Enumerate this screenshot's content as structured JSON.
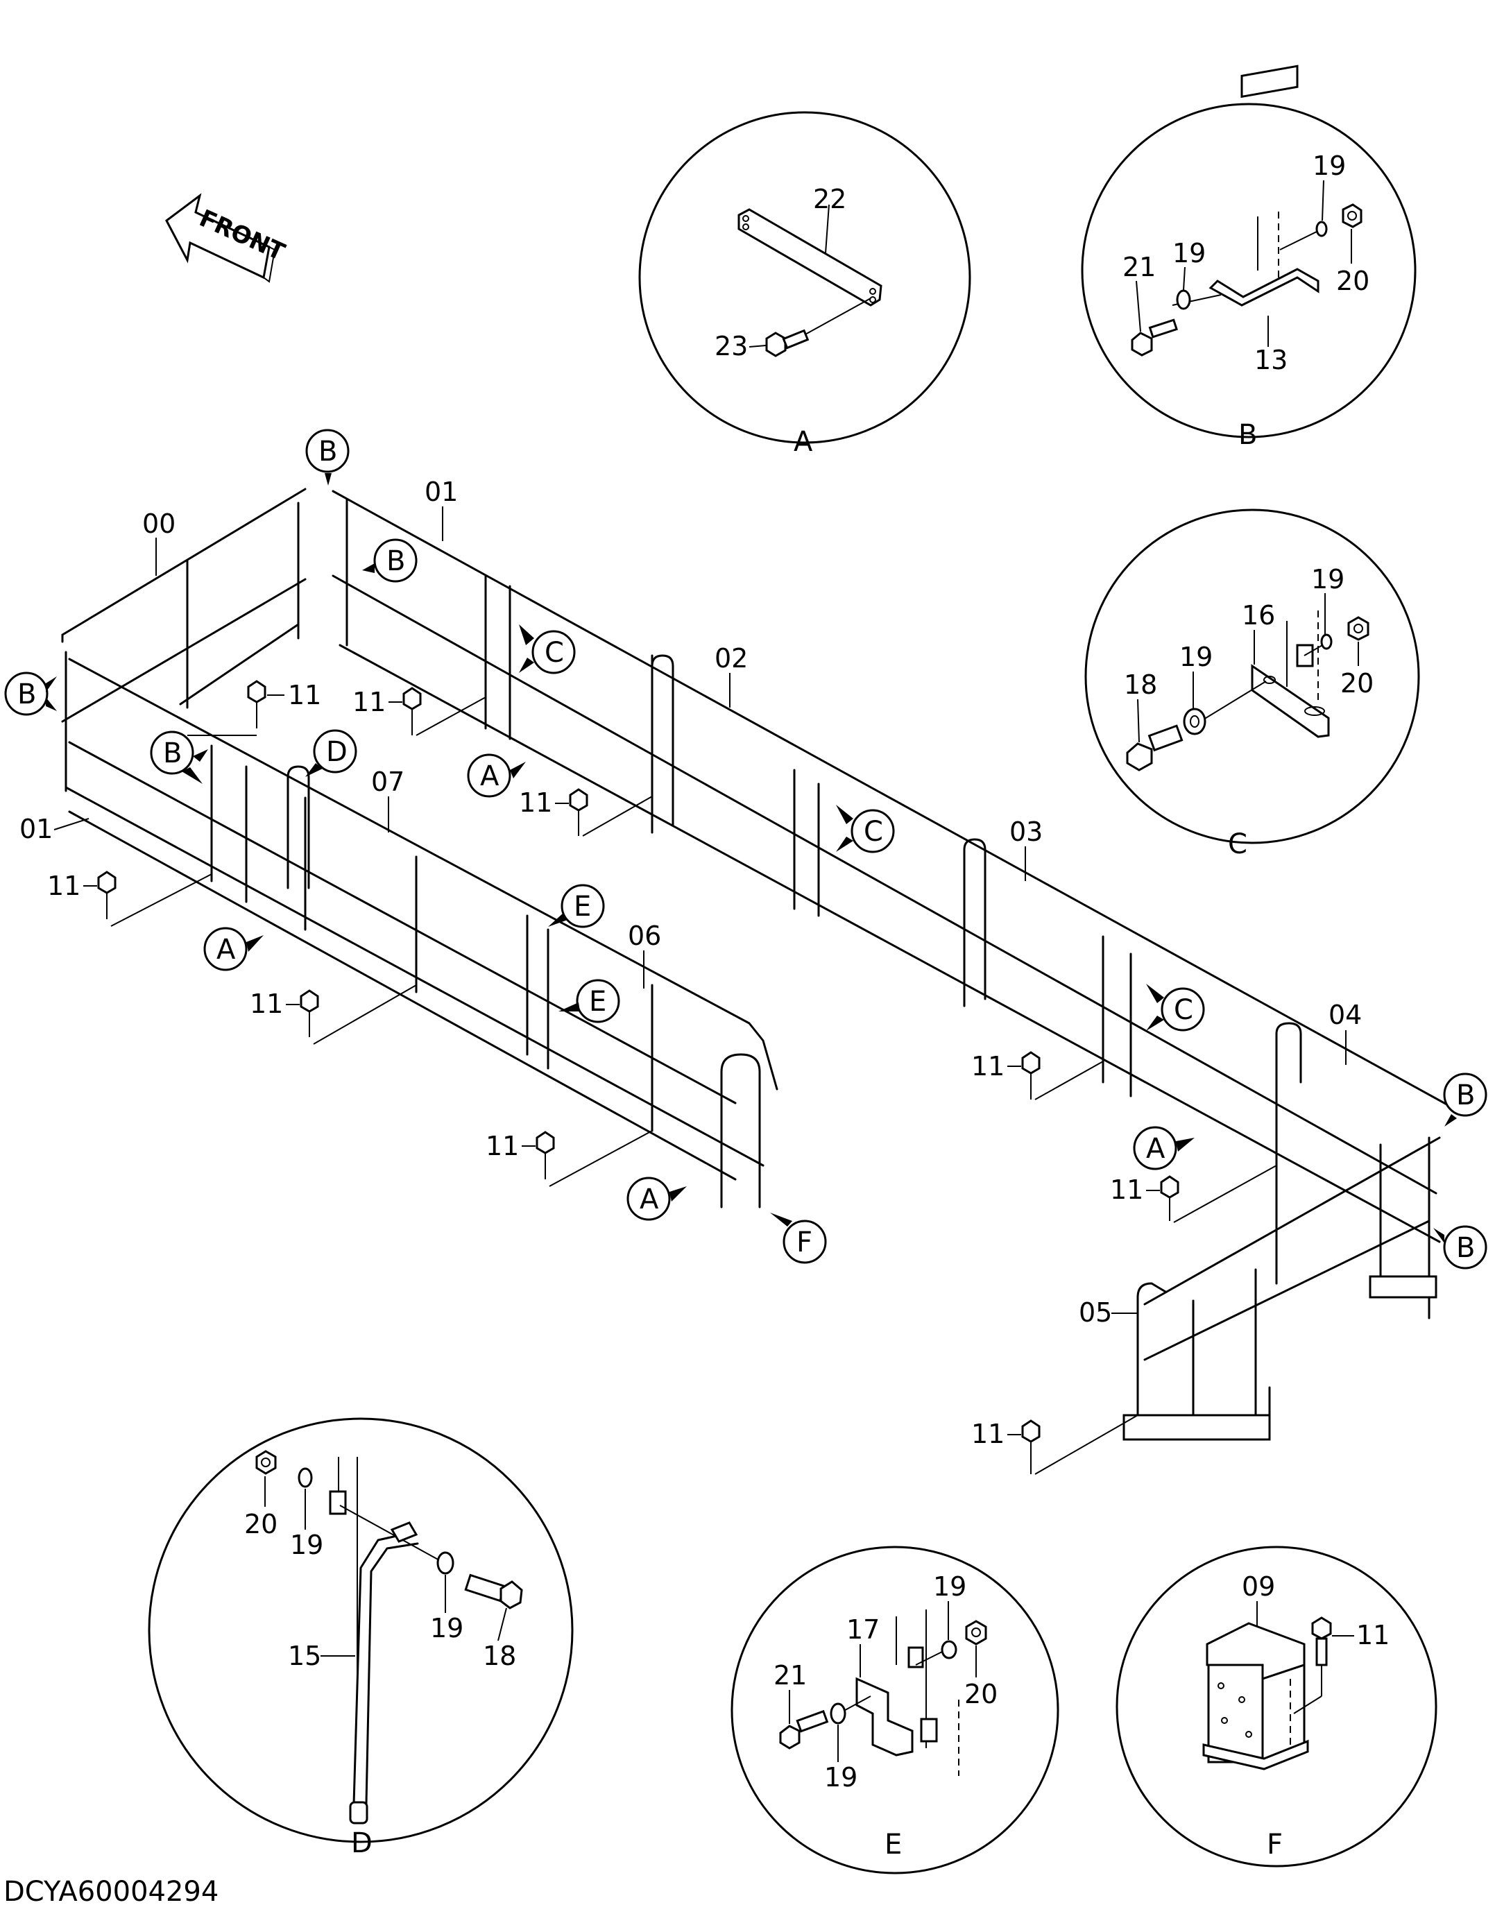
{
  "diagram": {
    "front_arrow_text": "FRONT",
    "code": "DCYA60004294",
    "frame_parts": [
      "00",
      "01",
      "01",
      "02",
      "03",
      "04",
      "05",
      "06",
      "07"
    ],
    "bolt_label": "11",
    "callouts": [
      "A",
      "B",
      "C",
      "D",
      "E",
      "F"
    ],
    "detail_A": {
      "title": "A",
      "parts": [
        "22",
        "23"
      ]
    },
    "detail_B": {
      "title": "B",
      "parts": [
        "19",
        "19",
        "20",
        "21",
        "13"
      ]
    },
    "detail_C": {
      "title": "C",
      "parts": [
        "19",
        "19",
        "16",
        "20",
        "18"
      ]
    },
    "detail_D": {
      "title": "D",
      "parts": [
        "20",
        "19",
        "19",
        "18",
        "15"
      ]
    },
    "detail_E": {
      "title": "E",
      "parts": [
        "19",
        "17",
        "21",
        "20",
        "19"
      ]
    },
    "detail_F": {
      "title": "F",
      "parts": [
        "09",
        "11"
      ]
    }
  }
}
